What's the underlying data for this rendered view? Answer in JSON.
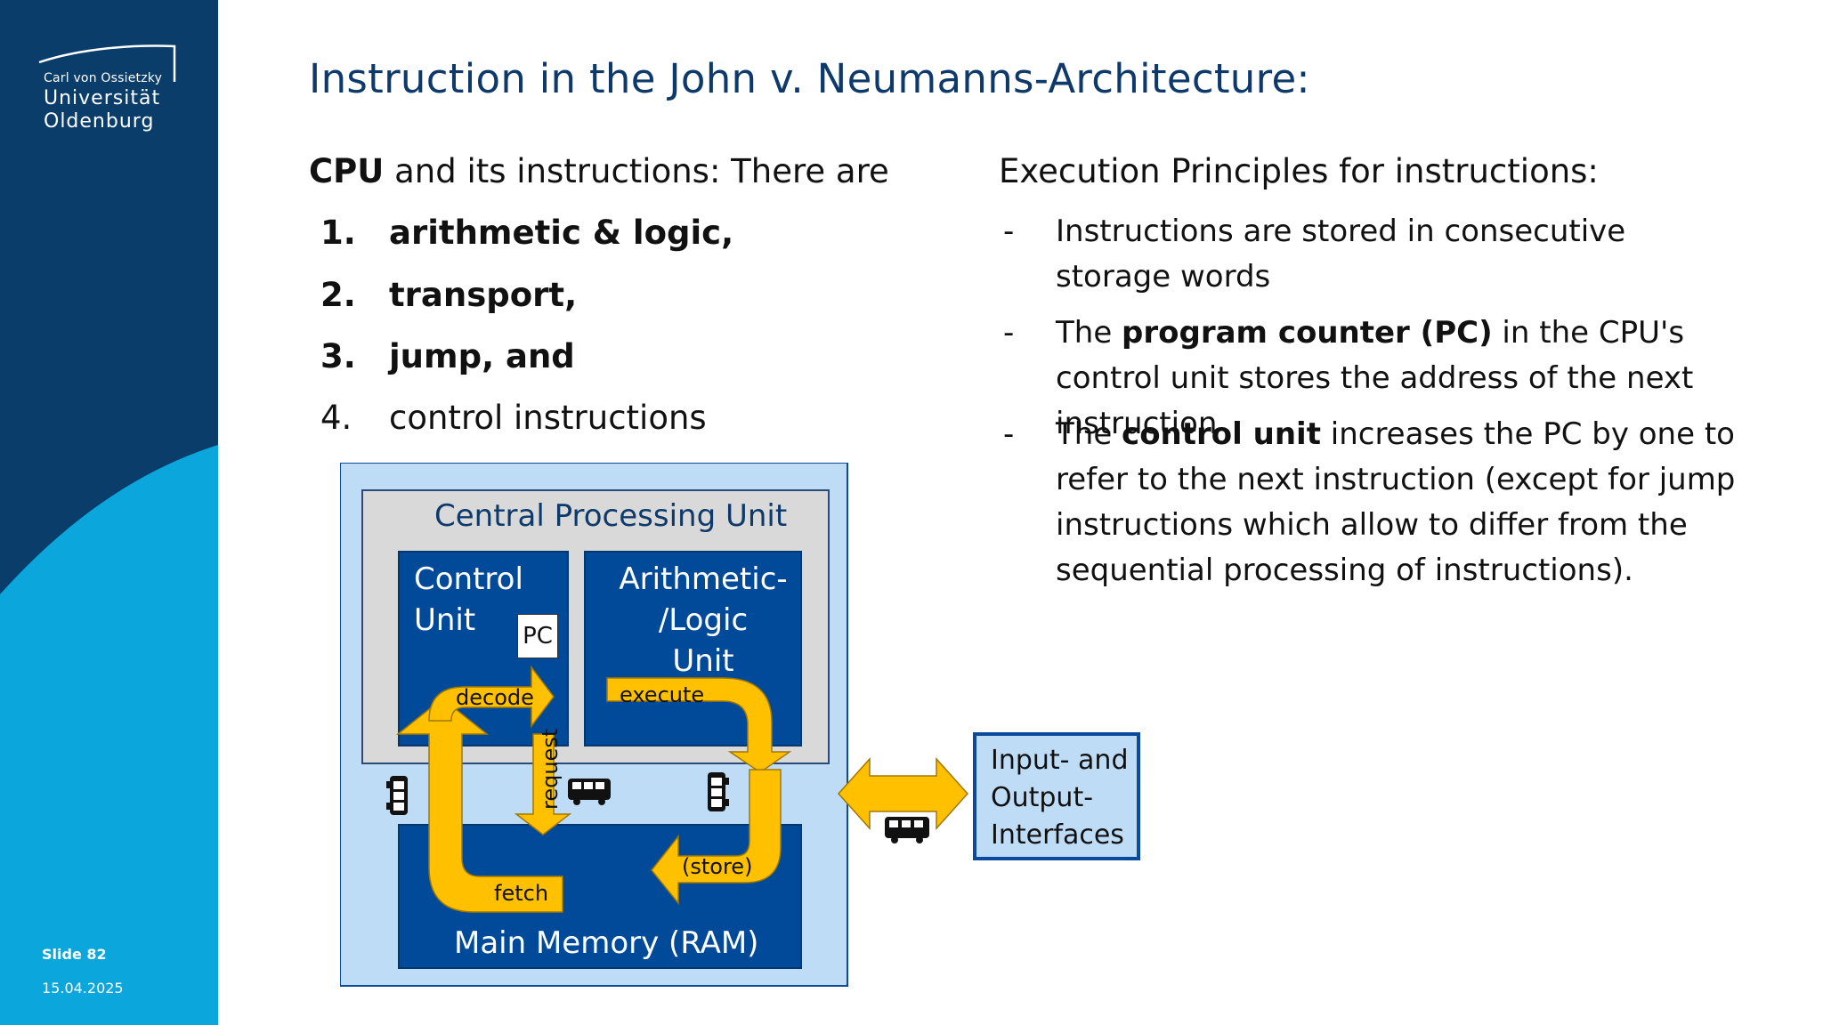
{
  "sidebar": {
    "logo_small": "Carl von Ossietzky",
    "logo_line1": "Universität",
    "logo_line2": "Oldenburg",
    "slide_number": "Slide 82",
    "date": "15.04.2025"
  },
  "colors": {
    "dark_blue": "#0b3d6b",
    "light_blue": "#0aa6dc",
    "title_blue": "#0e3a6b",
    "diagram_outer": "#bfdcf7",
    "diagram_cpu_bg": "#d9d9d9",
    "diagram_unit_blue": "#004a99",
    "arrow_yellow": "#ffc000"
  },
  "title": "Instruction in the John v. Neumanns-Architecture:",
  "left": {
    "intro_bold": "CPU",
    "intro_rest": " and its instructions: There are",
    "items": [
      {
        "num": "1.",
        "text": "arithmetic & logic,",
        "bold": true
      },
      {
        "num": "2.",
        "text": "transport,",
        "bold": true
      },
      {
        "num": "3.",
        "text": "jump, and",
        "bold": true
      },
      {
        "num": "4.",
        "text": "control instructions",
        "bold": false
      }
    ]
  },
  "right": {
    "heading": "Execution Principles for instructions:",
    "bullets": [
      {
        "dash": "-",
        "pre": "Instructions are stored in consecutive storage words",
        "bold": "",
        "post": ""
      },
      {
        "dash": "-",
        "pre": "The ",
        "bold": "program counter (PC)",
        "post": " in the CPU's control unit stores the address of the next instruction"
      },
      {
        "dash": "-",
        "pre": "The ",
        "bold": "control unit",
        "post": " increases the PC by one to refer to the next instruction (except for jump instructions which allow to differ from the sequential processing of instructions)."
      }
    ]
  },
  "diagram": {
    "cpu_label": "Central Processing Unit",
    "control_unit_l1": "Control",
    "control_unit_l2": "Unit",
    "pc": "PC",
    "alu_l1": "Arithmetic-",
    "alu_l2": "/Logic",
    "alu_l3": "Unit",
    "ram": "Main Memory (RAM)",
    "decode": "decode",
    "execute": "execute",
    "request": "request",
    "fetch": "fetch",
    "store": "(store)",
    "io_l1": "Input- and",
    "io_l2": "Output-",
    "io_l3": "Interfaces",
    "bus_icons": [
      "bus-icon",
      "bus-icon",
      "bus-icon",
      "bus-icon"
    ]
  }
}
